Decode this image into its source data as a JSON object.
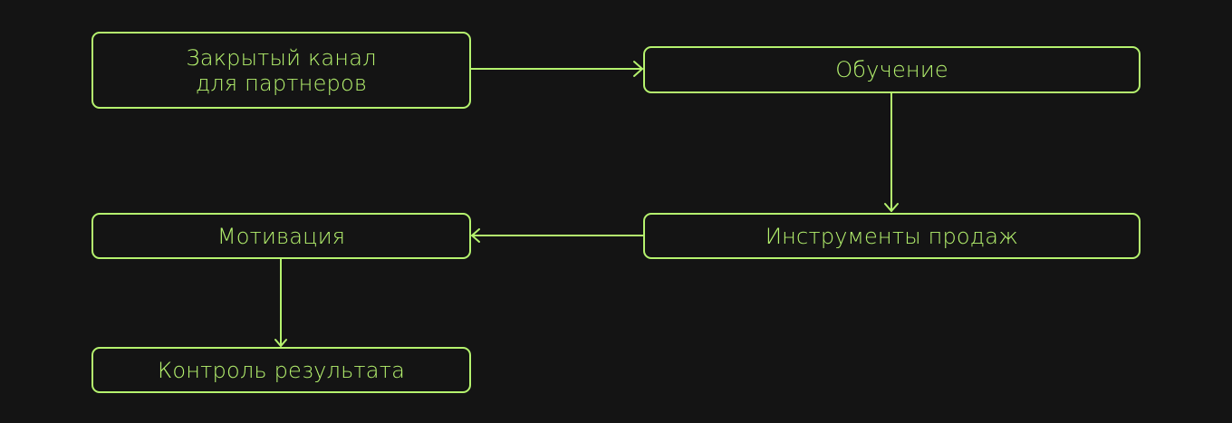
{
  "diagram": {
    "type": "flowchart",
    "colors": {
      "background": "#141414",
      "accent": "#b5f26e"
    },
    "nodes": [
      {
        "id": "n1",
        "label": "Закрытый канал\nдля партнеров"
      },
      {
        "id": "n2",
        "label": "Обучение"
      },
      {
        "id": "n3",
        "label": "Инструменты продаж"
      },
      {
        "id": "n4",
        "label": "Мотивация"
      },
      {
        "id": "n5",
        "label": "Контроль результата"
      }
    ],
    "edges": [
      {
        "from": "n1",
        "to": "n2",
        "direction": "right"
      },
      {
        "from": "n2",
        "to": "n3",
        "direction": "down"
      },
      {
        "from": "n3",
        "to": "n4",
        "direction": "left"
      },
      {
        "from": "n4",
        "to": "n5",
        "direction": "down"
      }
    ]
  }
}
